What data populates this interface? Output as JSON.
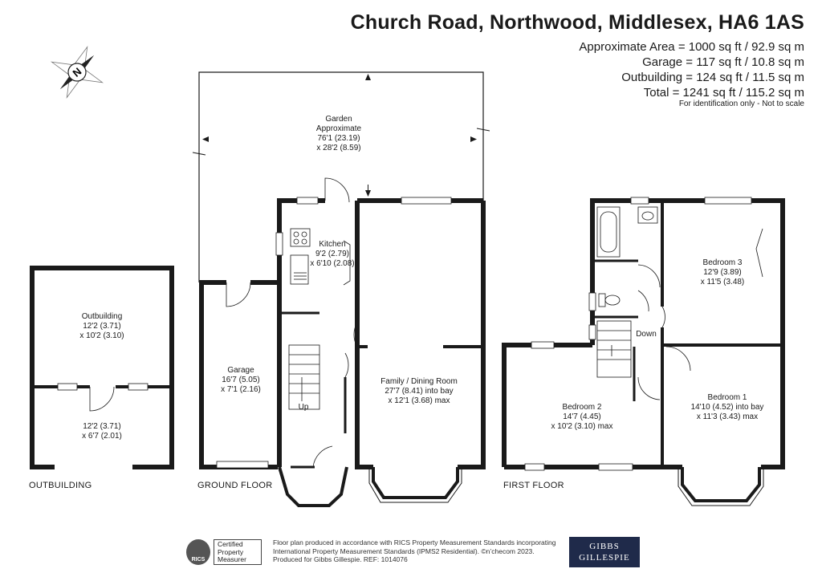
{
  "header": {
    "address": "Church Road, Northwood, Middlesex, HA6 1AS",
    "area_lines": [
      "Approximate Area = 1000 sq ft / 92.9 sq m",
      "Garage = 117 sq ft / 10.8 sq m",
      "Outbuilding = 124 sq ft / 11.5 sq m",
      "Total = 1241 sq ft / 115.2 sq m"
    ],
    "note": "For identification only - Not to scale"
  },
  "compass": {
    "letter": "N"
  },
  "floors": {
    "outbuilding": "OUTBUILDING",
    "ground": "GROUND FLOOR",
    "first": "FIRST FLOOR"
  },
  "rooms": {
    "garden": [
      "Garden",
      "Approximate",
      "76'1 (23.19)",
      "x 28'2 (8.59)"
    ],
    "kitchen": [
      "Kitchen",
      "9'2 (2.79)",
      "x 6'10 (2.08)"
    ],
    "garage": [
      "Garage",
      "16'7 (5.05)",
      "x 7'1 (2.16)"
    ],
    "family": [
      "Family / Dining Room",
      "27'7 (8.41) into bay",
      "x 12'1 (3.68) max"
    ],
    "outbuilding_main": [
      "Outbuilding",
      "12'2 (3.71)",
      "x 10'2 (3.10)"
    ],
    "outbuilding_small": [
      "12'2 (3.71)",
      "x 6'7 (2.01)"
    ],
    "bedroom3": [
      "Bedroom 3",
      "12'9 (3.89)",
      "x 11'5 (3.48)"
    ],
    "bedroom2": [
      "Bedroom 2",
      "14'7 (4.45)",
      "x 10'2 (3.10) max"
    ],
    "bedroom1": [
      "Bedroom 1",
      "14'10 (4.52) into bay",
      "x 11'3 (3.43) max"
    ]
  },
  "stairs": {
    "up": "Up",
    "down": "Down"
  },
  "footer": {
    "rics_logo": "RICS",
    "rics_lines": [
      "Certified",
      "Property",
      "Measurer"
    ],
    "text_lines": [
      "Floor plan produced in accordance with RICS Property Measurement Standards incorporating",
      "International Property Measurement Standards (IPMS2 Residential).  ©n’checom 2023.",
      "Produced for Gibbs Gillespie.   REF: 1014076"
    ],
    "brand_lines": [
      "GIBBS",
      "GILLESPIE"
    ]
  },
  "colors": {
    "wall": "#1a1a1a",
    "brand": "#1f2a4a"
  }
}
